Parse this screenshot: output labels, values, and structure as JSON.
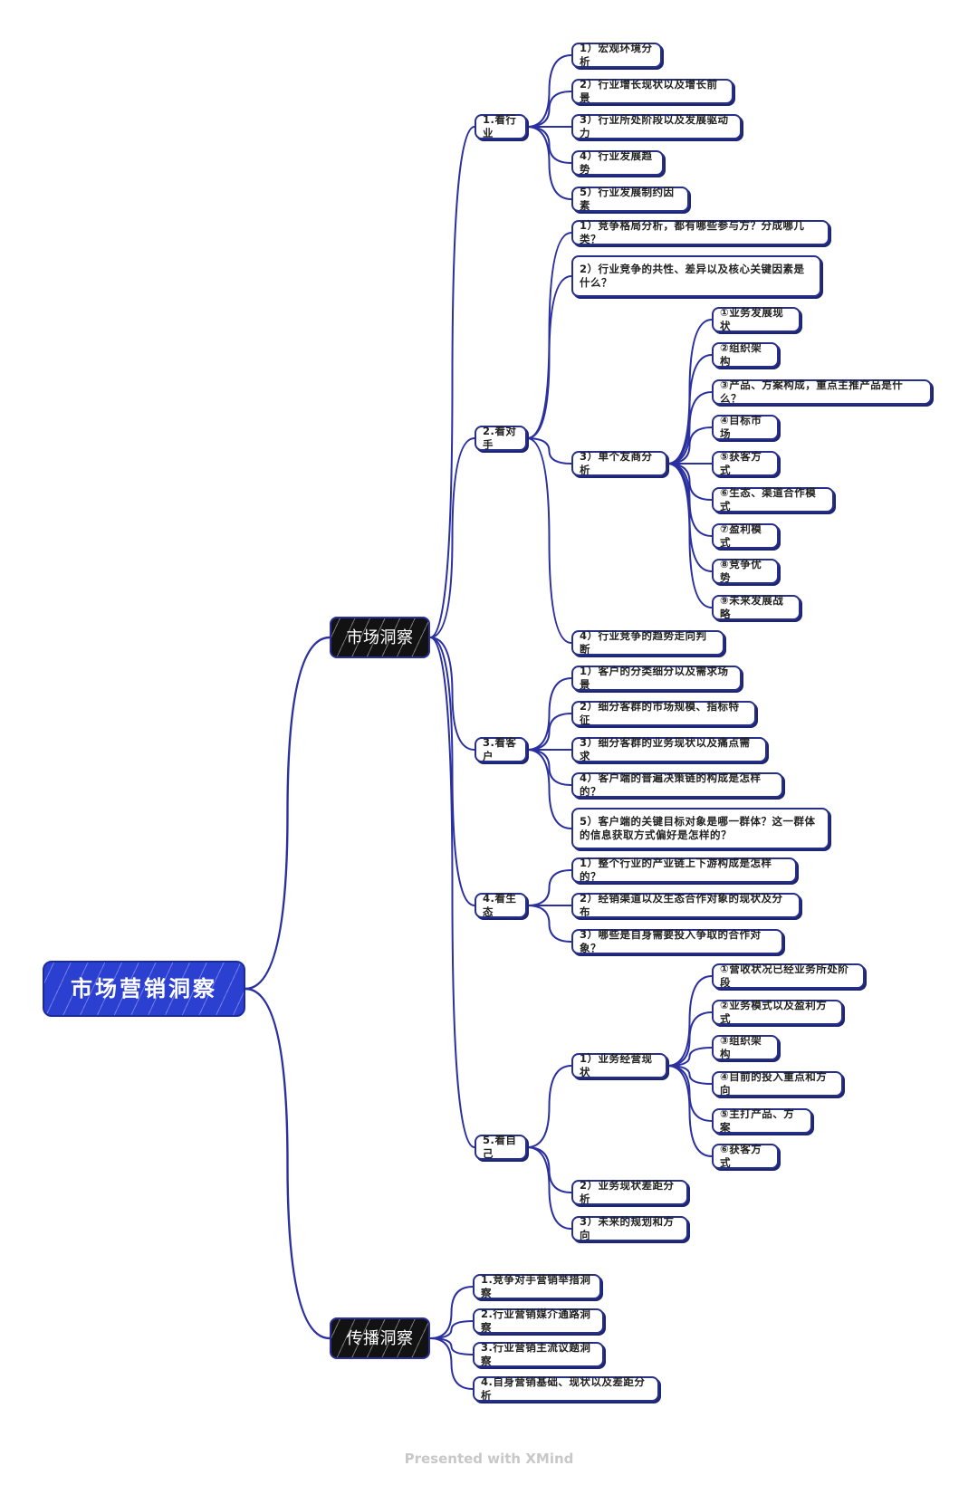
{
  "root": {
    "label": "市场营销洞察"
  },
  "branches": [
    {
      "label": "市场洞察",
      "children": [
        {
          "label": "1.看行业",
          "children": [
            {
              "label": "1）宏观环境分析"
            },
            {
              "label": "2）行业增长现状以及增长前景"
            },
            {
              "label": "3）行业所处阶段以及发展驱动力"
            },
            {
              "label": "4）行业发展趋势"
            },
            {
              "label": "5）行业发展制约因素"
            }
          ]
        },
        {
          "label": "2.看对手",
          "children": [
            {
              "label": "1）竞争格局分析，都有哪些参与方？分成哪几类？"
            },
            {
              "label": "2）行业竞争的共性、差异以及核心关键因素是什么？"
            },
            {
              "label": "3）单个友商分析",
              "children": [
                {
                  "label": "①业务发展现状"
                },
                {
                  "label": "②组织架构"
                },
                {
                  "label": "③产品、方案构成，重点主推产品是什么？"
                },
                {
                  "label": "④目标市场"
                },
                {
                  "label": "⑤获客方式"
                },
                {
                  "label": "⑥生态、渠道合作模式"
                },
                {
                  "label": "⑦盈利模式"
                },
                {
                  "label": "⑧竞争优势"
                },
                {
                  "label": "⑨未来发展战略"
                }
              ]
            },
            {
              "label": "4）行业竞争的趋势走向判断"
            }
          ]
        },
        {
          "label": "3.看客户",
          "children": [
            {
              "label": "1）客户的分类细分以及需求场景"
            },
            {
              "label": "2）细分客群的市场规模、指标特征"
            },
            {
              "label": "3）细分客群的业务现状以及痛点需求"
            },
            {
              "label": "4）客户端的普遍决策链的构成是怎样的？"
            },
            {
              "label": "5）客户端的关键目标对象是哪一群体？这一群体的信息获取方式偏好是怎样的？"
            }
          ]
        },
        {
          "label": "4.看生态",
          "children": [
            {
              "label": "1）整个行业的产业链上下游构成是怎样的？"
            },
            {
              "label": "2）经销渠道以及生态合作对象的现状及分布"
            },
            {
              "label": "3）哪些是自身需要投入争取的合作对象？"
            }
          ]
        },
        {
          "label": "5.看自己",
          "children": [
            {
              "label": "1）业务经营现状",
              "children": [
                {
                  "label": "①营收状况已经业务所处阶段"
                },
                {
                  "label": "②业务模式以及盈利方式"
                },
                {
                  "label": "③组织架构"
                },
                {
                  "label": "④目前的投入重点和方向"
                },
                {
                  "label": "⑤主打产品、方案"
                },
                {
                  "label": "⑥获客方式"
                }
              ]
            },
            {
              "label": "2）业务现状差距分析"
            },
            {
              "label": "3）未来的规划和方向"
            }
          ]
        }
      ]
    },
    {
      "label": "传播洞察",
      "children": [
        {
          "label": "1.竞争对手营销举措洞察"
        },
        {
          "label": "2.行业营销媒介通路洞察"
        },
        {
          "label": "3.行业营销主流议题洞察"
        },
        {
          "label": "4.自身营销基础、现状以及差距分析"
        }
      ]
    }
  ],
  "footer": "Presented with XMind",
  "colors": {
    "line": "#2a30a0",
    "root": "#2b3fd0",
    "main": "#121212"
  }
}
